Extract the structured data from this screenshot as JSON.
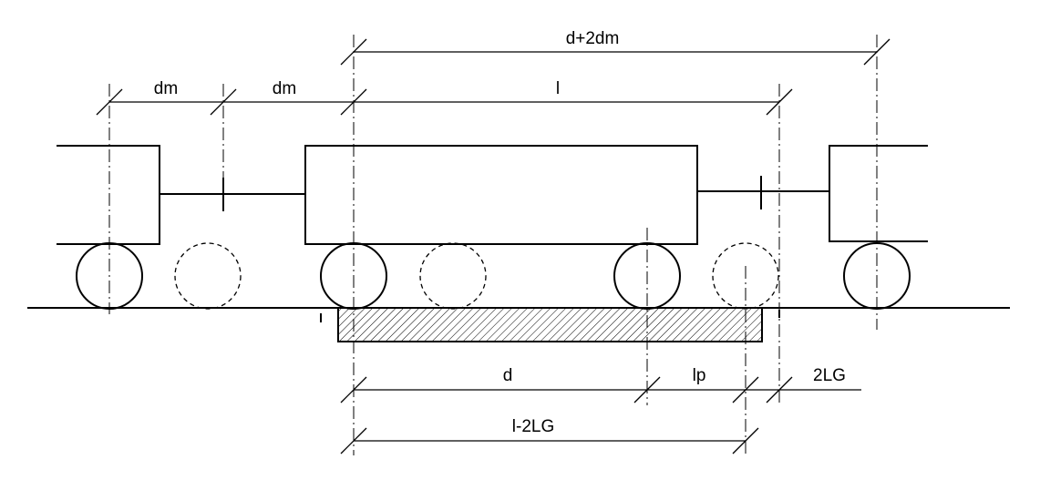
{
  "diagram": {
    "labels": {
      "d_plus_2dm": "d+2dm",
      "dm_left": "dm",
      "dm_right": "dm",
      "l": "l",
      "d": "d",
      "lp": "lp",
      "two_lg": "2LG",
      "l_minus_2lg": "l-2LG"
    },
    "colors": {
      "ink": "#000000",
      "paper": "#ffffff"
    }
  }
}
